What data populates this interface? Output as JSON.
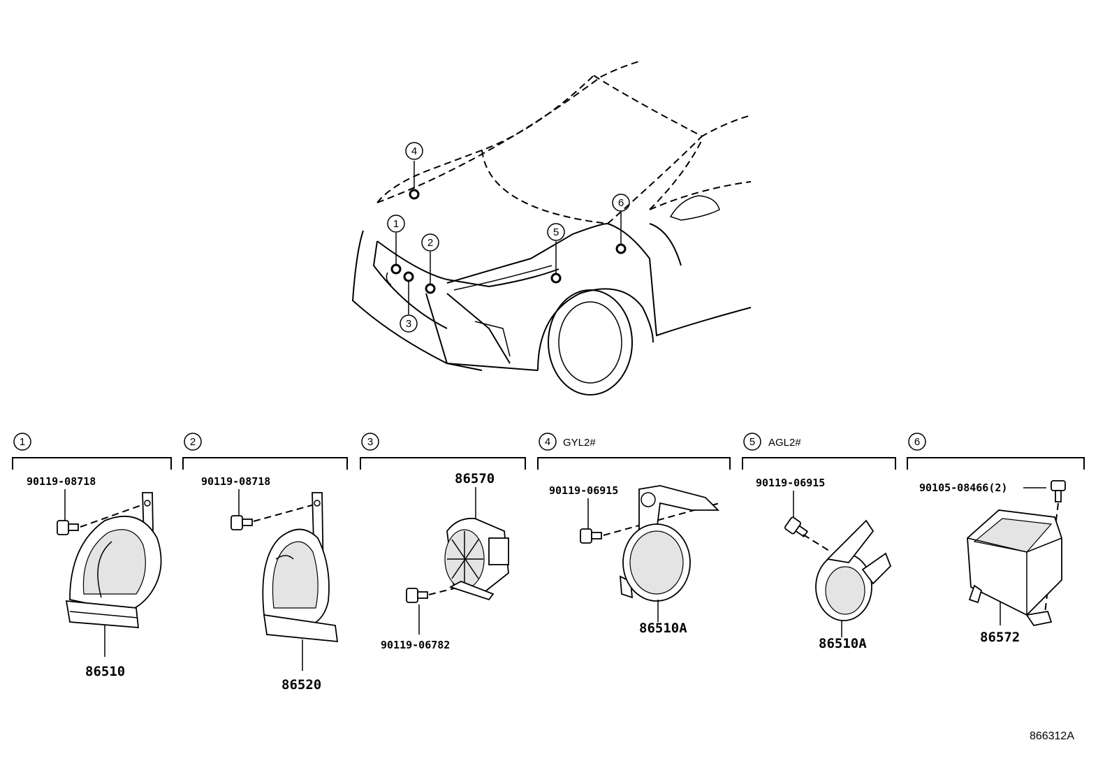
{
  "callouts": [
    {
      "id": "1",
      "label": "1"
    },
    {
      "id": "2",
      "label": "2"
    },
    {
      "id": "3",
      "label": "3"
    },
    {
      "id": "4",
      "label": "4"
    },
    {
      "id": "5",
      "label": "5"
    },
    {
      "id": "6",
      "label": "6"
    }
  ],
  "sections": [
    {
      "number": "1",
      "condition": "",
      "bolt": "90119-08718",
      "part": "86510",
      "extra_bolt": ""
    },
    {
      "number": "2",
      "condition": "",
      "bolt": "90119-08718",
      "part": "86520",
      "extra_bolt": ""
    },
    {
      "number": "3",
      "condition": "",
      "bolt": "86570",
      "part": "90119-06782",
      "extra_bolt": ""
    },
    {
      "number": "4",
      "condition": "GYL2#",
      "bolt": "90119-06915",
      "part": "86510A",
      "extra_bolt": ""
    },
    {
      "number": "5",
      "condition": "AGL2#",
      "bolt": "90119-06915",
      "part": "86510A",
      "extra_bolt": ""
    },
    {
      "number": "6",
      "condition": "",
      "bolt": "90105-08466(2)",
      "part": "86572",
      "extra_bolt": ""
    }
  ],
  "reference_code": "866312A"
}
